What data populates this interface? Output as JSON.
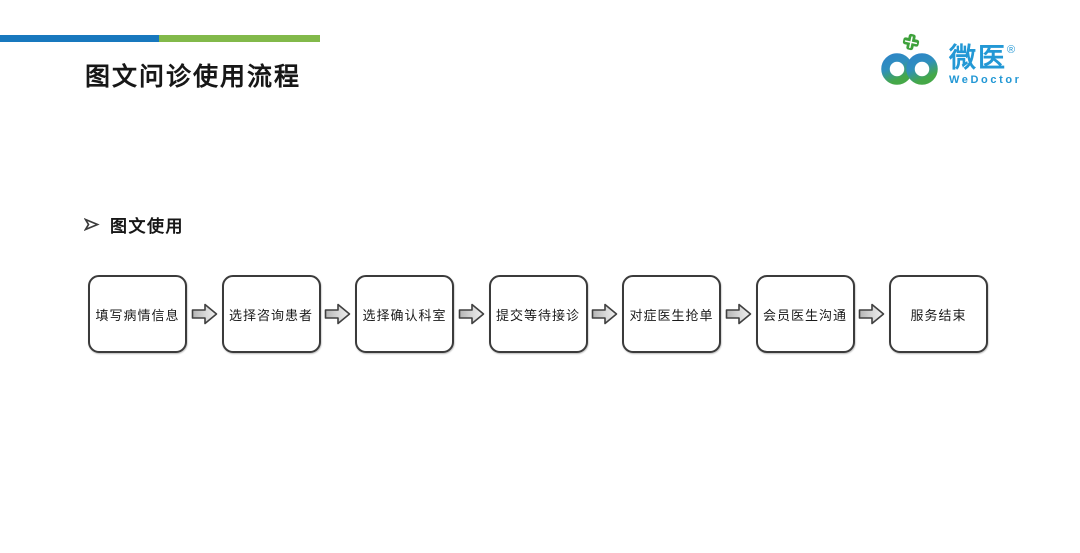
{
  "slide": {
    "title": "图文问诊使用流程",
    "section": {
      "bullet_icon": "arrowhead-right-icon",
      "label": "图文使用"
    }
  },
  "logo": {
    "icon": "wedoctor-infinity-hearts-icon",
    "name_cn": "微医",
    "registered_mark": "®",
    "name_en": "WeDoctor"
  },
  "flow": {
    "arrow_icon": "block-arrow-right-icon",
    "steps": [
      {
        "label": "填写病情信息"
      },
      {
        "label": "选择咨询患者"
      },
      {
        "label": "选择确认科室"
      },
      {
        "label": "提交等待接诊"
      },
      {
        "label": "对症医生抢单"
      },
      {
        "label": "会员医生沟通"
      },
      {
        "label": "服务结束"
      }
    ]
  },
  "colors": {
    "accent_blue": "#1878be",
    "accent_green": "#82b94a",
    "logo_blue": "#2398d5",
    "logo_green": "#45a848",
    "box_border": "#3b3b3b",
    "arrow_fill_dark": "#bdbdbd",
    "arrow_fill_light": "#ededed",
    "text": "#171717"
  }
}
